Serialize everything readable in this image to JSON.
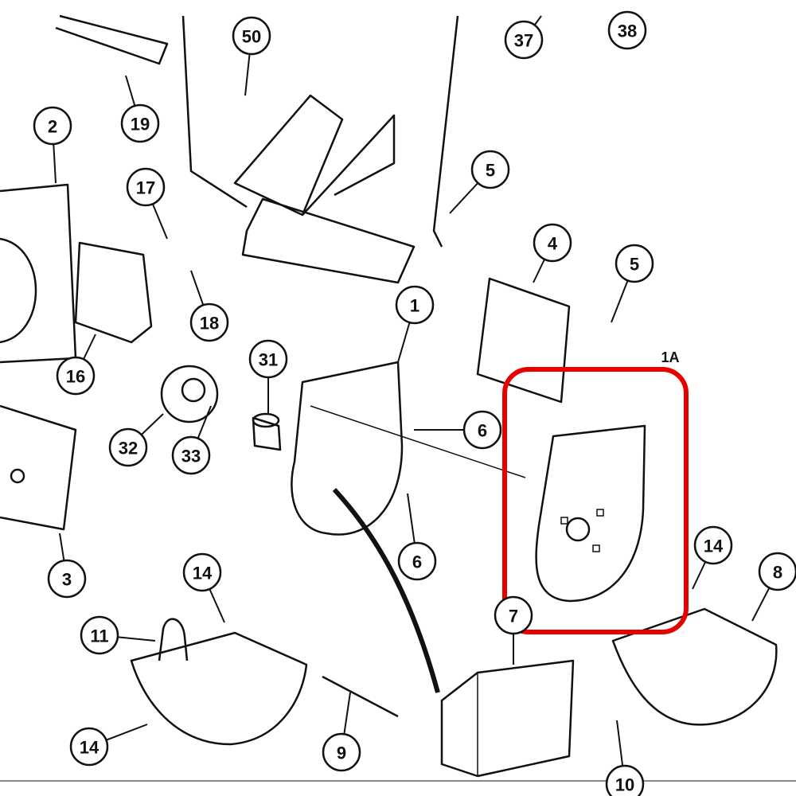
{
  "diagram": {
    "type": "exploded parts diagram",
    "callouts": [
      "50",
      "37",
      "38",
      "19",
      "2",
      "17",
      "5",
      "4",
      "5",
      "18",
      "16",
      "1",
      "31",
      "6",
      "32",
      "33",
      "3",
      "6",
      "14",
      "14",
      "8",
      "11",
      "7",
      "14",
      "9",
      "10"
    ],
    "highlight": {
      "label": "1A",
      "color": "#e60000"
    }
  }
}
